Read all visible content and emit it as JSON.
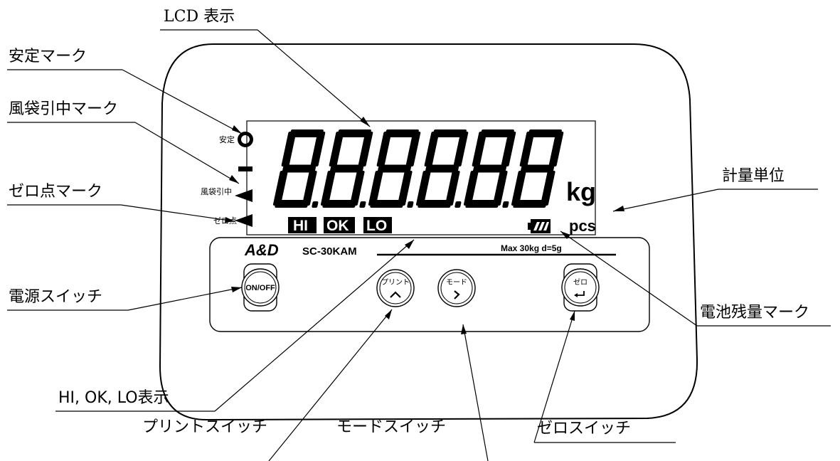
{
  "callouts": {
    "lcd": "LCD 表示",
    "stable": "安定マーク",
    "tare": "風袋引中マーク",
    "zero_point": "ゼロ点マーク",
    "unit": "計量単位",
    "power_switch": "電源スイッチ",
    "battery": "電池残量マーク",
    "hi_ok_lo": "HI, OK, LO表示",
    "print_switch": "プリントスイッチ",
    "mode_switch": "モードスイッチ",
    "zero_switch": "ゼロスイッチ"
  },
  "lcd": {
    "stable_label": "安定",
    "tare_label": "風袋引中",
    "zero_label": "ゼロ点",
    "unit_kg": "kg",
    "unit_pcs": "pcs",
    "hi": "HI",
    "ok": "OK",
    "lo": "LO"
  },
  "panel": {
    "brand": "A&D",
    "model": "SC-30KAM",
    "capacity": "Max 30kg  d=5g"
  },
  "buttons": {
    "onoff": "ON/OFF",
    "print": "プリント",
    "print_symbol": "^",
    "mode": "モード",
    "mode_symbol": ">",
    "zero": "ゼロ",
    "zero_symbol": "↵"
  }
}
